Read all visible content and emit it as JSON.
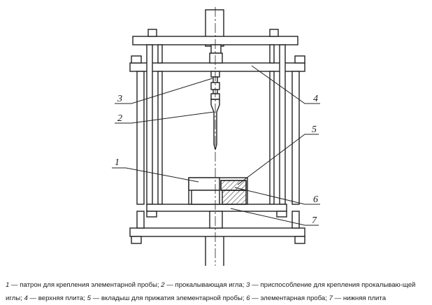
{
  "callouts": {
    "c1": "1",
    "c2": "2",
    "c3": "3",
    "c4": "4",
    "c5": "5",
    "c6": "6",
    "c7": "7"
  },
  "caption": {
    "n1": "1",
    "t1": " — патрон для крепления элементарной пробы; ",
    "n2": "2",
    "t2": " — прокалывающая игла; ",
    "n3": "3",
    "t3": " — приспособление для крепления прокалываю-щей иглы; ",
    "n4": "4",
    "t4": " — верхняя плита; ",
    "n5": "5",
    "t5": " — вкладыш для прижатия элементарной пробы; ",
    "n6": "6",
    "t6": " — элементарная проба; ",
    "n7": "7",
    "t7": " — нижняя плита"
  }
}
